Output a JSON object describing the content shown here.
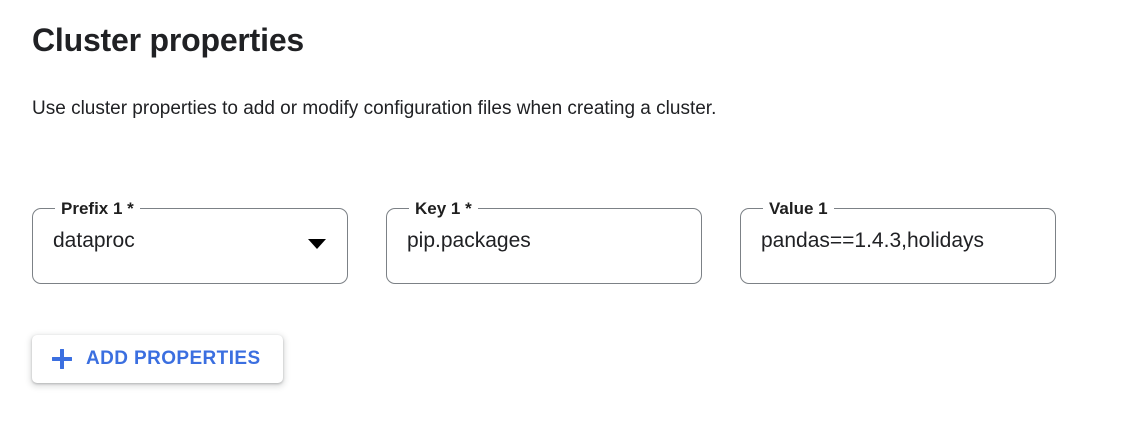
{
  "section": {
    "title": "Cluster properties",
    "description": "Use cluster properties to add or modify configuration files when creating a cluster."
  },
  "fields": [
    {
      "name": "prefix",
      "label": "Prefix 1 *",
      "value": "dataproc",
      "type": "select",
      "required": true,
      "icon": "chevron-down-icon"
    },
    {
      "name": "key",
      "label": "Key 1 *",
      "value": "pip.packages",
      "type": "text",
      "required": true,
      "icon": null
    },
    {
      "name": "value",
      "label": "Value 1",
      "value": "pandas==1.4.3,holidays",
      "type": "text",
      "required": false,
      "icon": null
    }
  ],
  "actions": {
    "add_properties_label": "ADD PROPERTIES",
    "add_properties_icon": "plus-icon"
  },
  "colors": {
    "accent_blue": "#3b6fe0",
    "text_primary": "#202124",
    "field_border": "#7c8186",
    "background": "#ffffff"
  }
}
